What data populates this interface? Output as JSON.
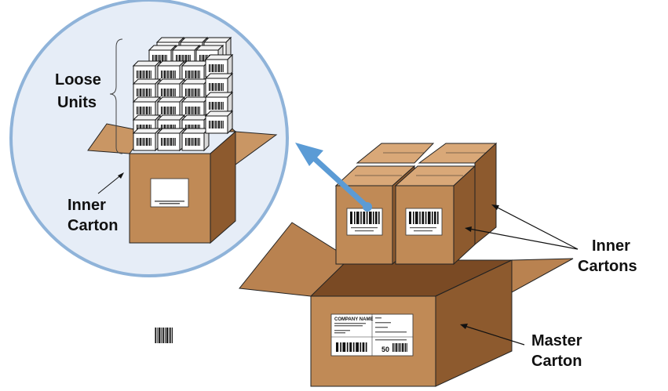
{
  "labels": {
    "loose_units_line1": "Loose",
    "loose_units_line2": "Units",
    "inner_carton_line1": "Inner",
    "inner_carton_line2": "Carton",
    "inner_cartons_line1": "Inner",
    "inner_cartons_line2": "Cartons",
    "master_carton_line1": "Master",
    "master_carton_line2": "Carton"
  },
  "master_label": {
    "company": "COMPANY NAME",
    "qty": "50"
  },
  "colors": {
    "carton_front": "#c08a56",
    "carton_side": "#8d5a2e",
    "carton_top": "#d9a878",
    "carton_inside": "#7a4a24",
    "zoom_circle_fill": "#e6edf7",
    "zoom_circle_stroke": "#8fb3d9",
    "arrow": "#5b9bd5"
  }
}
